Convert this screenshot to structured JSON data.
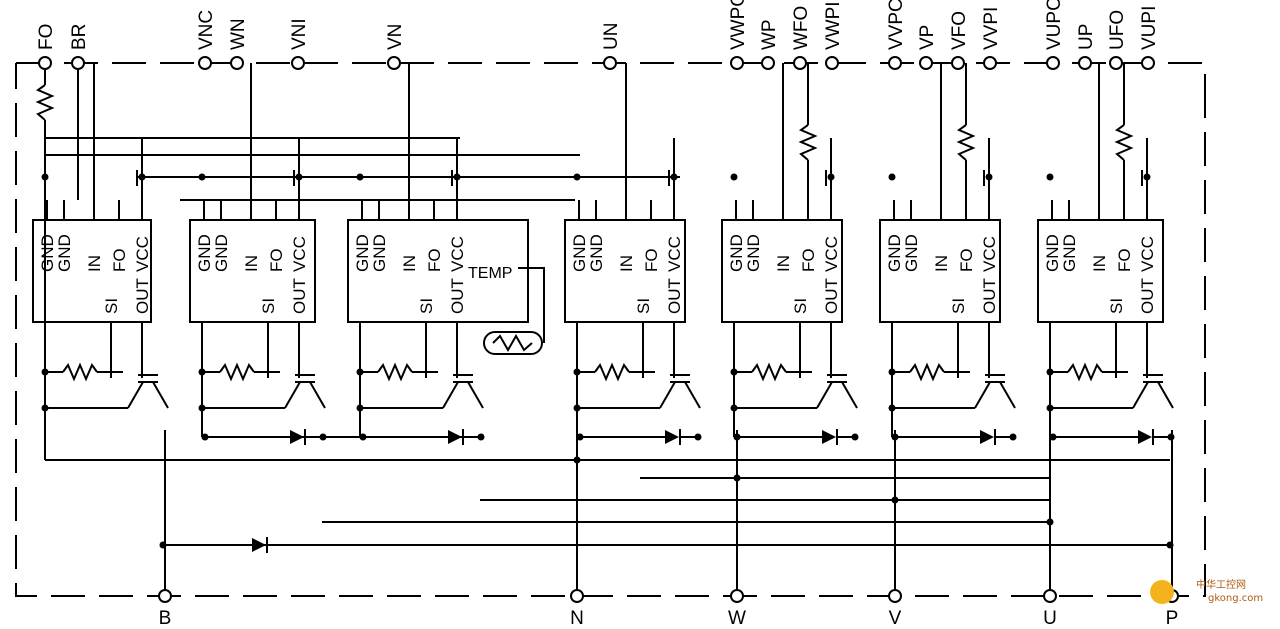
{
  "top_pins": [
    {
      "id": "fo",
      "label": "FO"
    },
    {
      "id": "br",
      "label": "BR"
    },
    {
      "id": "vnc",
      "label": "VNC"
    },
    {
      "id": "wn",
      "label": "WN"
    },
    {
      "id": "vni",
      "label": "VNI"
    },
    {
      "id": "vn",
      "label": "VN"
    },
    {
      "id": "un",
      "label": "UN"
    },
    {
      "id": "vwpc",
      "label": "VWPC"
    },
    {
      "id": "wp",
      "label": "WP"
    },
    {
      "id": "wfo",
      "label": "WFO"
    },
    {
      "id": "vwpi",
      "label": "VWPI"
    },
    {
      "id": "vvpc",
      "label": "VVPC"
    },
    {
      "id": "vp",
      "label": "VP"
    },
    {
      "id": "vfo",
      "label": "VFO"
    },
    {
      "id": "vvpi",
      "label": "VVPI"
    },
    {
      "id": "vupc",
      "label": "VUPC"
    },
    {
      "id": "up",
      "label": "UP"
    },
    {
      "id": "ufo",
      "label": "UFO"
    },
    {
      "id": "vupi",
      "label": "VUPI"
    }
  ],
  "bottom_pins": [
    {
      "id": "b",
      "label": "B"
    },
    {
      "id": "n",
      "label": "N"
    },
    {
      "id": "w",
      "label": "W"
    },
    {
      "id": "v",
      "label": "V"
    },
    {
      "id": "u",
      "label": "U"
    },
    {
      "id": "p",
      "label": "P"
    }
  ],
  "driver_pins_top": [
    "GND",
    "GND",
    "IN",
    "FO",
    "VCC"
  ],
  "driver_pins_bottom": [
    "SI",
    "OUT"
  ],
  "temp_label": "TEMP",
  "watermark": {
    "cn": "中华工控网",
    "url": "gkong.com"
  }
}
